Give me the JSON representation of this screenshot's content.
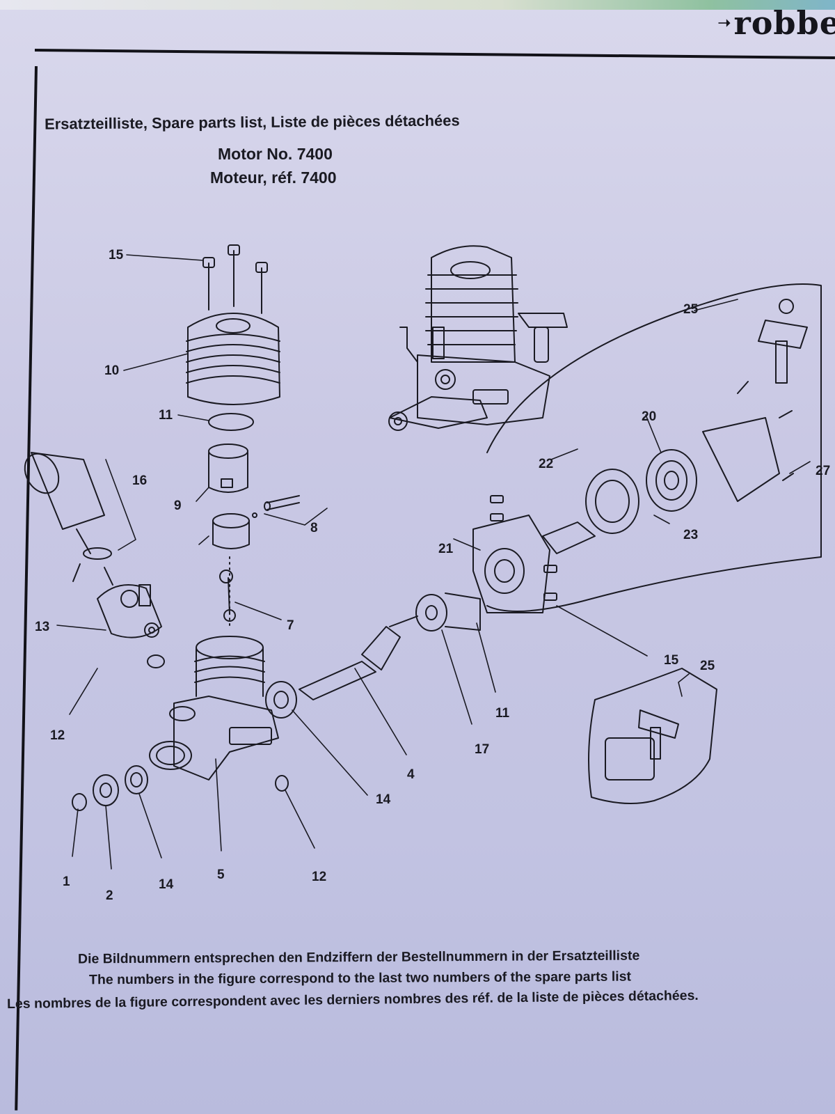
{
  "brand": {
    "name": "robbe"
  },
  "header": {
    "title": "Ersatzteilliste, Spare parts list, Liste de pièces détachées",
    "motor_line_1": "Motor No. 7400",
    "motor_line_2": "Moteur, réf. 7400"
  },
  "callouts": {
    "c15a": "15",
    "c10": "10",
    "c11a": "11",
    "c16": "16",
    "c9": "9",
    "c8": "8",
    "c7": "7",
    "c13": "13",
    "c12a": "12",
    "c1": "1",
    "c2": "2",
    "c14a": "14",
    "c5": "5",
    "c12b": "12",
    "c14b": "14",
    "c4": "4",
    "c17": "17",
    "c11b": "11",
    "c21": "21",
    "c15b": "15",
    "c22": "22",
    "c20": "20",
    "c23": "23",
    "c25a": "25",
    "c27": "27",
    "c25b": "25"
  },
  "footer": {
    "line_de": "Die Bildnummern entsprechen den Endziffern der Bestellnummern in der Ersatzteilliste",
    "line_en": "The numbers in the figure correspond to the last two numbers of the spare parts list",
    "line_fr": "Les nombres de la figure correspondent avec les derniers nombres des réf. de la liste de pièces détachées."
  },
  "colors": {
    "ink": "#1a1a22",
    "paper": "#cfcfe6",
    "rule": "#121218"
  }
}
